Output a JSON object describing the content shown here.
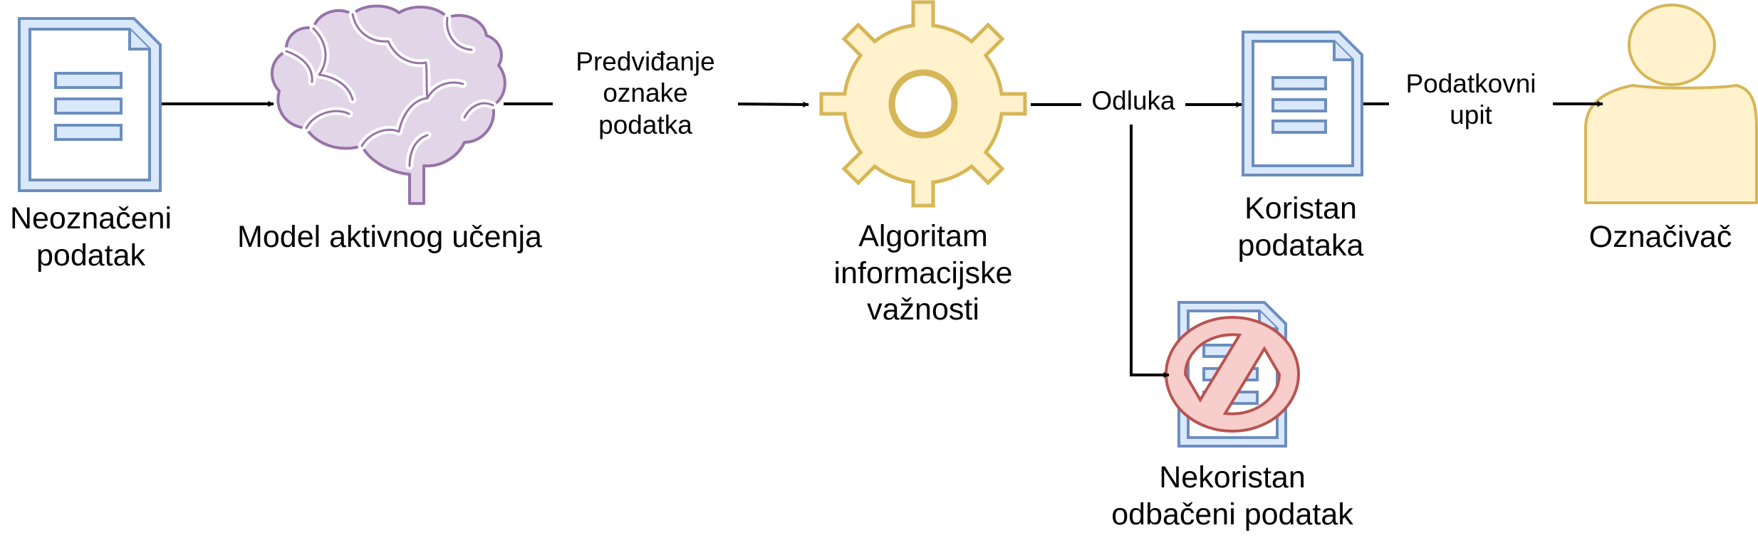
{
  "colors": {
    "doc_fill": "#dae8fc",
    "doc_stroke": "#6c8ebf",
    "brain_fill": "#e1d5e7",
    "brain_stroke": "#9673a6",
    "gear_fill": "#fff2cc",
    "gear_stroke": "#d6b656",
    "forbidden_fill": "#f8cecc",
    "forbidden_stroke": "#b85450",
    "arrow": "#000000"
  },
  "nodes": {
    "unlabeled": {
      "label_line1": "Neoznačeni",
      "label_line2": "podatak",
      "icon": "document-icon"
    },
    "model": {
      "label_line1": "Model aktivnog učenja",
      "icon": "brain-icon"
    },
    "algorithm": {
      "label_line1": "Algoritam",
      "label_line2": "informacijske",
      "label_line3": "važnosti",
      "icon": "gear-icon"
    },
    "useful": {
      "label_line1": "Koristan",
      "label_line2": "podataka",
      "icon": "document-icon"
    },
    "useless": {
      "label_line1": "Nekoristan",
      "label_line2": "odbačeni podatak",
      "icon": "forbidden-document-icon"
    },
    "annotator": {
      "label_line1": "Označivač",
      "icon": "user-icon"
    }
  },
  "edges": {
    "prediction": {
      "line1": "Predviđanje",
      "line2": "oznake",
      "line3": "podatka"
    },
    "decision": {
      "line1": "Odluka"
    },
    "query": {
      "line1": "Podatkovni",
      "line2": "upit"
    }
  }
}
